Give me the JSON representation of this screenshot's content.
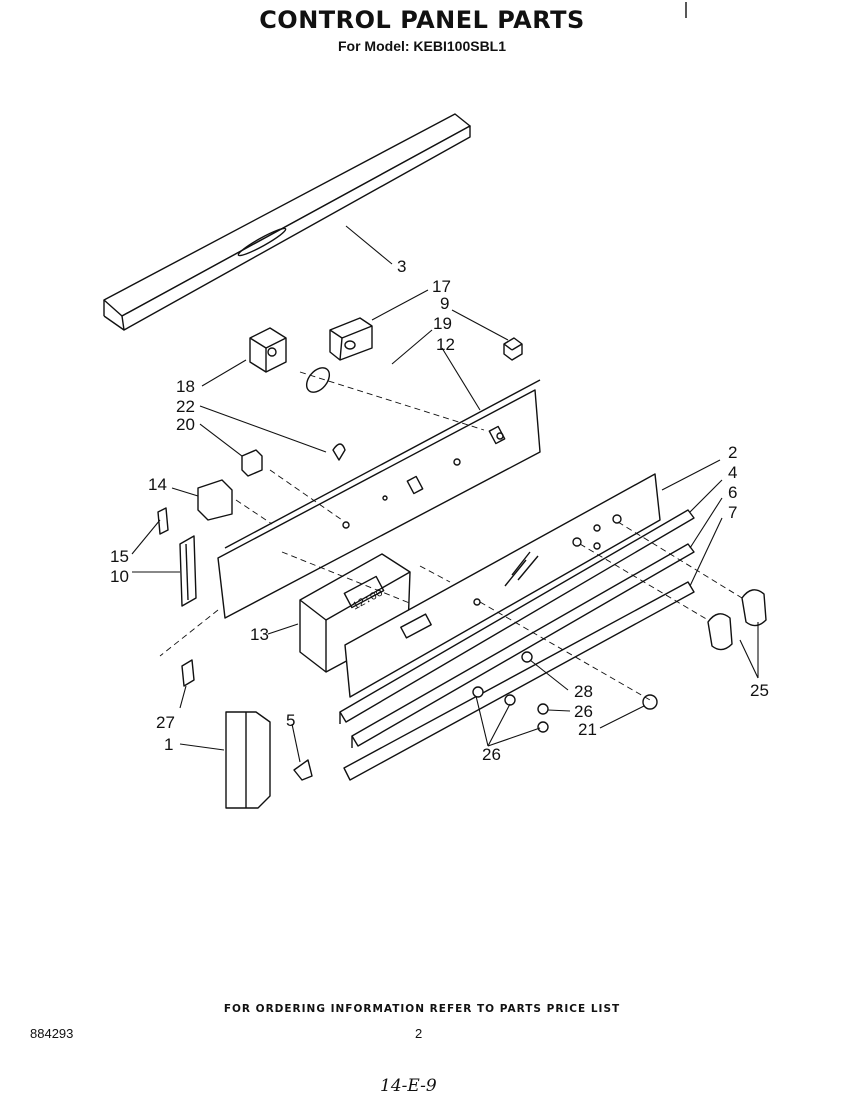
{
  "header": {
    "title": "CONTROL PANEL PARTS",
    "subtitle": "For Model: KEBI100SBL1"
  },
  "footer": {
    "ordering_note": "FOR ORDERING INFORMATION REFER TO PARTS PRICE LIST",
    "document_number": "884293",
    "page_number": "2",
    "handwritten_note": "14-E-9"
  },
  "display_readout": "12:00",
  "callouts": [
    "3",
    "17",
    "9",
    "19",
    "12",
    "18",
    "22",
    "20",
    "2",
    "4",
    "6",
    "7",
    "14",
    "15",
    "10",
    "13",
    "28",
    "26",
    "21",
    "25",
    "27",
    "1",
    "5",
    "26"
  ]
}
